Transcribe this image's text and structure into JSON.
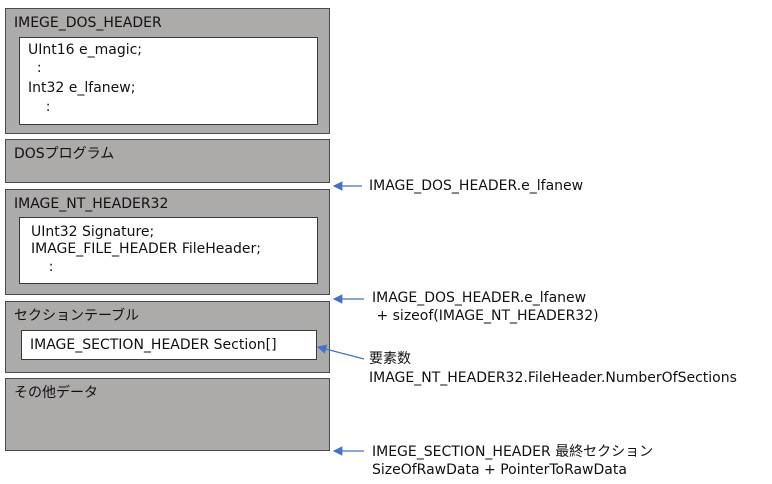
{
  "blocks": {
    "dos_header": {
      "title": "IMEGE_DOS_HEADER",
      "lines": [
        "UInt16 e_magic;",
        "  :",
        "Int32 e_lfanew;",
        "    :"
      ]
    },
    "dos_program": {
      "title": "DOSプログラム"
    },
    "nt_header": {
      "title": "IMAGE_NT_HEADER32",
      "lines": [
        "UInt32 Signature;",
        "IMAGE_FILE_HEADER FileHeader;",
        "    :"
      ]
    },
    "section_table": {
      "title": "セクションテーブル",
      "lines": [
        "IMAGE_SECTION_HEADER Section[]"
      ]
    },
    "other_data": {
      "title": "その他データ"
    }
  },
  "annotations": {
    "nt_offset": {
      "lines": [
        "IMAGE_DOS_HEADER.e_lfanew"
      ]
    },
    "section_offset": {
      "lines": [
        "IMAGE_DOS_HEADER.e_lfanew",
        " + sizeof(IMAGE_NT_HEADER32)"
      ]
    },
    "element_count": {
      "lines": [
        "要素数",
        "IMAGE_NT_HEADER32.FileHeader.NumberOfSections"
      ]
    },
    "other_offset": {
      "lines": [
        "IMEGE_SECTION_HEADER 最終セクション",
        "SizeOfRawData + PointerToRawData"
      ]
    }
  },
  "colors": {
    "block_fill": "#adaaaa",
    "arrow": "#4472c4"
  }
}
